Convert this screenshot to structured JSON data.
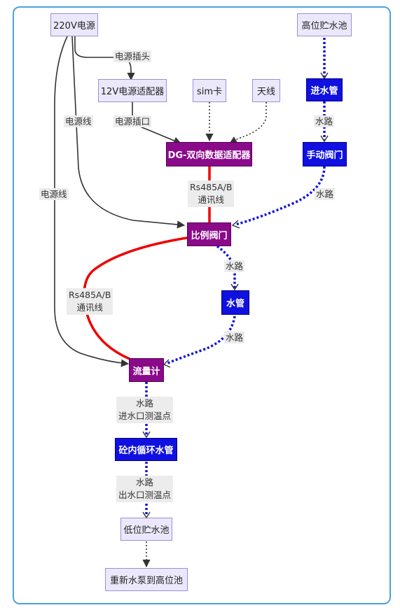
{
  "nodes": {
    "power_220v": "220V电源",
    "high_tank": "高位贮水池",
    "adapter_12v": "12V电源适配器",
    "sim_card": "sim卡",
    "antenna": "天线",
    "inlet_pipe": "进水管",
    "dg_adapter": "DG-双向数据适配器",
    "manual_valve": "手动阀门",
    "proportional_valve": "比例阀门",
    "water_pipe": "水管",
    "flowmeter": "流量计",
    "concrete_pipe": "砼内循环水管",
    "low_tank": "低位贮水池",
    "repump": "重新水泵到高位池"
  },
  "labels": {
    "plug": "电源插头",
    "socket": "电源插口",
    "power_line_1": "电源线",
    "power_line_2": "电源线",
    "water_1": "水路",
    "water_2": "水路",
    "comm_1_a": "Rs485A/B",
    "comm_1_b": "通讯线",
    "comm_2_a": "Rs485A/B",
    "comm_2_b": "通讯线",
    "water_3": "水路",
    "water_4": "水路",
    "water_5": "水路",
    "inlet_temp": "进水口测温点",
    "water_6": "水路",
    "outlet_temp": "出水口测温点"
  },
  "colors": {
    "border": "#4aa3dd",
    "solid_edge": "#333333",
    "rs485_edge": "#ee0000",
    "water_edge": "#1010e0",
    "node_light": "#ece8fb",
    "node_blue": "#1010e0",
    "node_purple": "#8a0a8a"
  }
}
